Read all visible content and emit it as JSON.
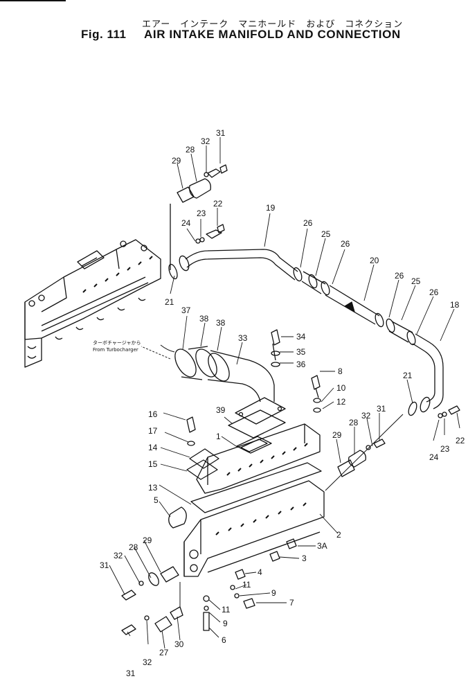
{
  "header": {
    "title_jp": "エアー　インテーク　マニホールド　および　コネクション",
    "fig_label": "Fig. 111",
    "title_en": "AIR INTAKE MANIFOLD AND CONNECTION"
  },
  "annotation": {
    "jp": "ターボチャージャから",
    "en": "From Turbocharger"
  },
  "callouts": [
    "31",
    "32",
    "28",
    "29",
    "23",
    "22",
    "24",
    "21",
    "19",
    "26",
    "25",
    "26",
    "20",
    "26",
    "25",
    "26",
    "18",
    "37",
    "38",
    "38",
    "33",
    "34",
    "35",
    "36",
    "8",
    "10",
    "12",
    "39",
    "16",
    "17",
    "1",
    "14",
    "15",
    "21",
    "31",
    "32",
    "28",
    "29",
    "24",
    "23",
    "22",
    "13",
    "5",
    "2",
    "3A",
    "3",
    "29",
    "28",
    "32",
    "31",
    "4",
    "11",
    "9",
    "7",
    "11",
    "9",
    "6",
    "31",
    "32",
    "27",
    "30"
  ]
}
